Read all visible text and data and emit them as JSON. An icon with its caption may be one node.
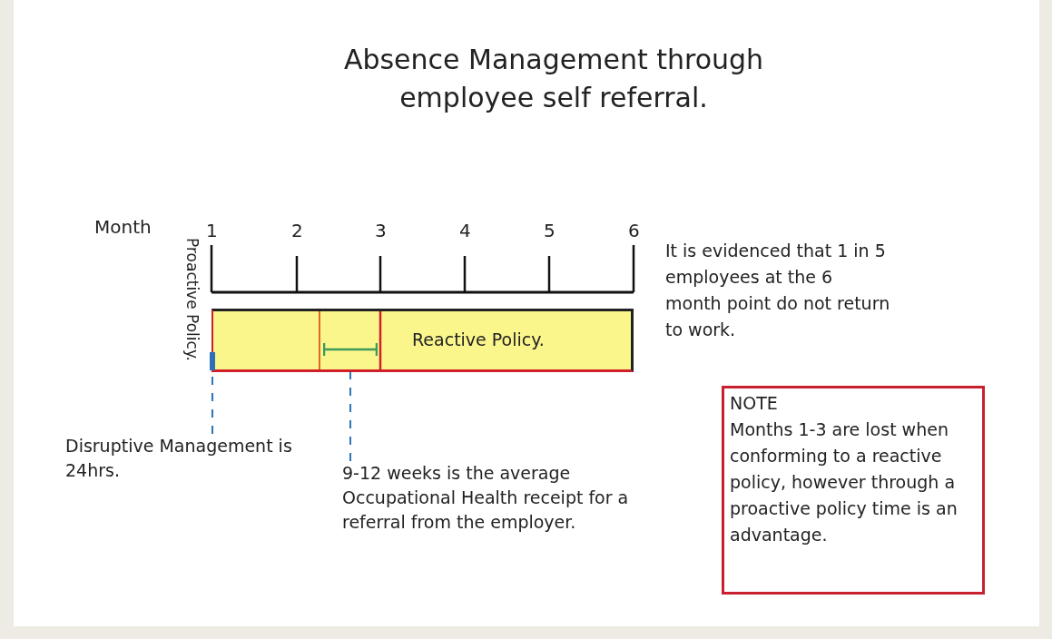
{
  "diagram": {
    "title": "Absence Management through employee self referral.",
    "nodes": [
      {
        "text": [
          "Reactive Policy."
        ]
      },
      {
        "text": [
          "Disruptive Management is 24hrs."
        ]
      },
      {
        "text": [
          "9-12 weeks is the average Occupational Health receipt for a referral from the employer."
        ]
      },
      {
        "text": [
          "NOTE",
          "Months 1-3 are lost when conforming to a reactive policy, however through a proactive policy time is an advantage."
        ]
      },
      {
        "text": [],
        "shape": "bar",
        "in": 0
      },
      {
        "text": [],
        "shape": "bracket",
        "in": 0
      }
    ],
    "edges": [
      {
        "from": 1,
        "to": 4,
        "arrow": "none",
        "style": "dashed"
      },
      {
        "from": 2,
        "to": 5,
        "arrow": "none",
        "style": "dashed"
      }
    ],
    "labels": [
      "Month",
      "1",
      "2",
      "3",
      "4",
      "5",
      "6",
      "Proactive Policy.",
      "It is evidenced that 1 in 5 employees at the 6 month point do not return to work."
    ]
  }
}
